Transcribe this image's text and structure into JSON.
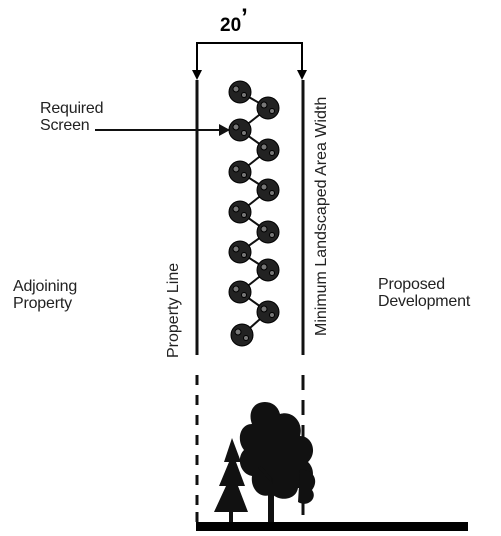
{
  "dimension": {
    "width_label": "20",
    "prime_mark": "’"
  },
  "labels": {
    "required_screen_line1": "Required",
    "required_screen_line2": "Screen",
    "adjoining_line1": "Adjoining",
    "adjoining_line2": "Property",
    "proposed_line1": "Proposed",
    "proposed_line2": "Development",
    "property_line": "Property Line",
    "min_landscaped": "Minimum Landscaped Area Width"
  },
  "colors": {
    "ink": "#1a1a1a",
    "shrub": "#222222",
    "ground": "#000000"
  },
  "icons": [
    "shrub-icon",
    "deciduous-tree-icon",
    "conifer-tree-icon",
    "arrow-icon"
  ]
}
